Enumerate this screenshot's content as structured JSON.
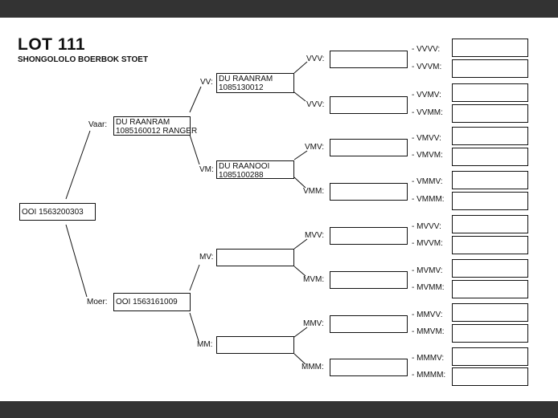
{
  "header": {
    "title": "LOT 111",
    "subtitle": "SHONGOLOLO BOERBOK STOET"
  },
  "animal": {
    "name": "OOI 1563200303"
  },
  "parents": {
    "vaar": {
      "label": "Vaar:",
      "line1": "DU RAANRAM",
      "line2": "1085160012 RANGER"
    },
    "moer": {
      "label": "Moer:",
      "name": "OOI 1563161009"
    }
  },
  "grandparents": {
    "vv": {
      "label": "VV:",
      "line1": "DU RAANRAM",
      "line2": "1085130012"
    },
    "vm": {
      "label": "VM:",
      "line1": "DU RAANOOI",
      "line2": "1085100288"
    },
    "mv": {
      "label": "MV:",
      "name": ""
    },
    "mm": {
      "label": "MM:",
      "name": ""
    }
  },
  "great_grandparents": {
    "vvv": {
      "label": "VVV:",
      "name": ""
    },
    "vvm": {
      "label": "VVV:",
      "name": ""
    },
    "vmv": {
      "label": "VMV:",
      "name": ""
    },
    "vmm": {
      "label": "VMM:",
      "name": ""
    },
    "mvv": {
      "label": "MVV:",
      "name": ""
    },
    "mvm": {
      "label": "MVM:",
      "name": ""
    },
    "mmv": {
      "label": "MMV:",
      "name": ""
    },
    "mmm": {
      "label": "MMM:",
      "name": ""
    }
  },
  "great_great_grandparents": [
    {
      "label": "- VVVV:",
      "name": ""
    },
    {
      "label": "- VVVM:",
      "name": ""
    },
    {
      "label": "- VVMV:",
      "name": ""
    },
    {
      "label": "- VVMM:",
      "name": ""
    },
    {
      "label": "- VMVV:",
      "name": ""
    },
    {
      "label": "- VMVM:",
      "name": ""
    },
    {
      "label": "- VMMV:",
      "name": ""
    },
    {
      "label": "- VMMM:",
      "name": ""
    },
    {
      "label": "- MVVV:",
      "name": ""
    },
    {
      "label": "- MVVM:",
      "name": ""
    },
    {
      "label": "- MVMV:",
      "name": ""
    },
    {
      "label": "- MVMM:",
      "name": ""
    },
    {
      "label": "- MMVV:",
      "name": ""
    },
    {
      "label": "- MMVM:",
      "name": ""
    },
    {
      "label": "- MMMV:",
      "name": ""
    },
    {
      "label": "- MMMM:",
      "name": ""
    }
  ]
}
